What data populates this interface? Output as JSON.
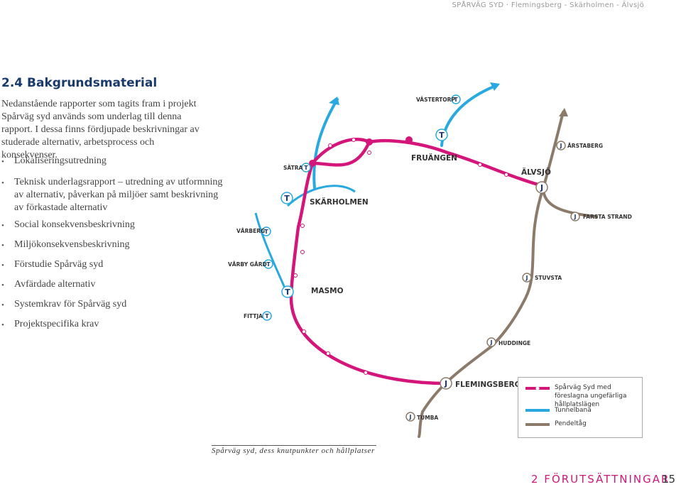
{
  "header": {
    "running_title": "SPÅRVÄG SYD · Flemingsberg - Skärholmen - Älvsjö"
  },
  "section": {
    "title": "2.4 Bakgrundsmaterial"
  },
  "intro": {
    "text": "Nedanstående rapporter som tagits fram i projekt Spårväg syd används som underlag till denna rapport. I dessa finns fördjupade beskrivningar av studerade alternativ, arbetsprocess och konsekvenser."
  },
  "reports": [
    {
      "label": "Lokaliseringsutredning"
    },
    {
      "label": "Teknisk underlagsrapport – utredning av utformning av alternativ, påverkan på miljöer samt beskrivning av förkastade alternativ"
    },
    {
      "label": "Social konsekvensbeskrivning"
    },
    {
      "label": "Miljökonsekvensbeskrivning"
    },
    {
      "label": "Förstudie Spårväg syd"
    },
    {
      "label": "Avfärdade alternativ"
    },
    {
      "label": "Systemkrav för Spårväg syd"
    },
    {
      "label": "Projektspecifika krav"
    }
  ],
  "map": {
    "symbols": {
      "tunnelbana": "T",
      "pendeltag": "J"
    },
    "stations": {
      "vastertorp": "VÄSTERTORP",
      "arstaberg": "ÅRSTABERG",
      "satra": "SÄTRA",
      "fruangen": "FRUÄNGEN",
      "alvsjo": "ÄLVSJÖ",
      "skarholmen": "SKÄRHOLMEN",
      "farsta_strand": "FARSTA STRAND",
      "varberg": "VÅRBERG",
      "varby_gard": "VÅRBY GÅRD",
      "stuvsta": "STUVSTA",
      "masmo": "MASMO",
      "fittja": "FITTJA",
      "huddinge": "HUDDINGE",
      "flemingsberg": "FLEMINGSBERG",
      "tumba": "TUMBA"
    },
    "colors": {
      "sparvag": "#d4157a",
      "tunnelbana": "#2aa9e0",
      "pendeltag": "#8c7b6b"
    }
  },
  "legend": {
    "sparvag": "Spårväg Syd med föreslagna ungefärliga hållplatslägen",
    "tunnelbana": "Tunnelbana",
    "pendeltag": "Pendeltåg"
  },
  "caption": "Spårväg syd, dess knutpunkter och hållplatser",
  "footer": {
    "chapter": "2 FÖRUTSÄTTNINGAR",
    "page": "15"
  }
}
